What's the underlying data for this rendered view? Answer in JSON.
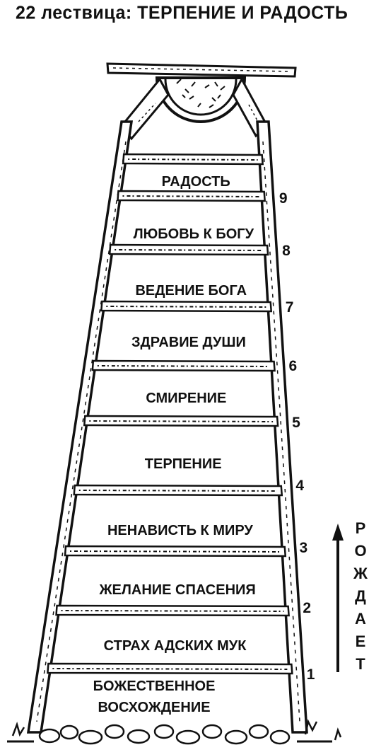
{
  "title": "22 лествица: ТЕРПЕНИЕ И РАДОСТЬ",
  "rungs": [
    {
      "number": "9",
      "label": "РАДОСТЬ"
    },
    {
      "number": "8",
      "label": "ЛЮБОВЬ К БОГУ"
    },
    {
      "number": "7",
      "label": "ВЕДЕНИЕ БОГА"
    },
    {
      "number": "6",
      "label": "ЗДРАВИЕ ДУШИ"
    },
    {
      "number": "5",
      "label": "СМИРЕНИЕ"
    },
    {
      "number": "4",
      "label": "ТЕРПЕНИЕ"
    },
    {
      "number": "3",
      "label": "НЕНАВИСТЬ К МИРУ"
    },
    {
      "number": "2",
      "label": "ЖЕЛАНИЕ СПАСЕНИЯ"
    },
    {
      "number": "1",
      "label": "СТРАХ АДСКИХ МУК"
    }
  ],
  "base_label": [
    "БОЖЕСТВЕННОЕ",
    "ВОСХОЖДЕНИЕ"
  ],
  "side_word": [
    "Р",
    "О",
    "Ж",
    "Д",
    "А",
    "Е",
    "Т"
  ]
}
